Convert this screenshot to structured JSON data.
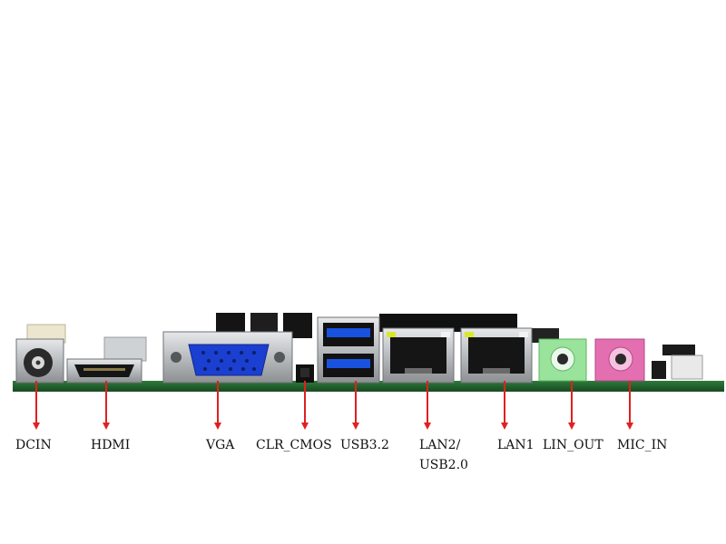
{
  "colors": {
    "pcb": "#1f5a2a",
    "metal": "#b9bcbf",
    "vga_blue": "#1b3fd0",
    "usb_blue": "#1a52e0",
    "arrow": "#e02020",
    "line_out_green": "#9ae39c",
    "mic_pink": "#e46fb0",
    "black": "#141414"
  },
  "ports": [
    {
      "id": "dcin",
      "icon": "dc-jack-icon",
      "label": "DCIN"
    },
    {
      "id": "hdmi",
      "icon": "hdmi-port-icon",
      "label": "HDMI"
    },
    {
      "id": "vga",
      "icon": "vga-port-icon",
      "label": "VGA"
    },
    {
      "id": "clr_cmos",
      "icon": "button-icon",
      "label": "CLR_CMOS"
    },
    {
      "id": "usb32",
      "icon": "usb-port-icon",
      "label": "USB3.2"
    },
    {
      "id": "lan2",
      "icon": "rj45-port-icon",
      "label": "LAN2/",
      "label2": "USB2.0"
    },
    {
      "id": "lan1",
      "icon": "rj45-port-icon",
      "label": "LAN1"
    },
    {
      "id": "lin_out",
      "icon": "audio-jack-icon",
      "label": "LIN_OUT"
    },
    {
      "id": "mic_in",
      "icon": "audio-jack-icon",
      "label": "MIC_IN"
    }
  ]
}
